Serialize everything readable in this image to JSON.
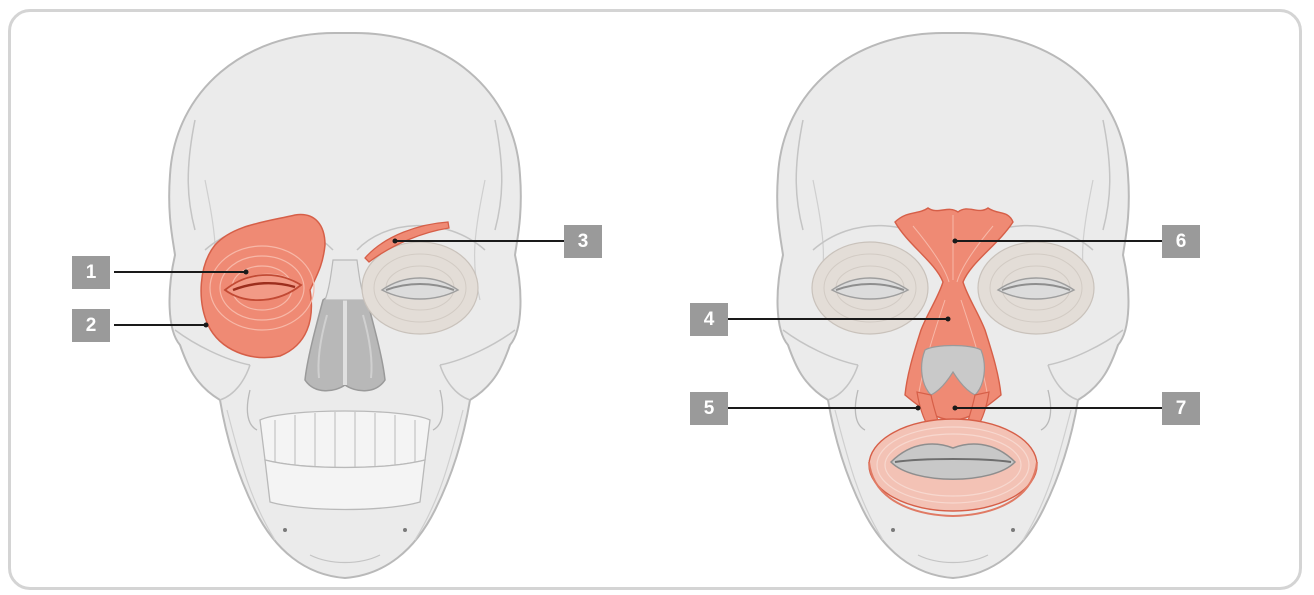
{
  "colors": {
    "bone": "#ebebeb",
    "bone_outline": "#b9b9b9",
    "bone_dark": "#c4c4c4",
    "muscle": "#ef8a74",
    "muscle_dark": "#d65f48",
    "muscle_line": "#f7b8a8",
    "ghost_muscle": "#e3ddd7",
    "label_bg": "#9a9a9a",
    "label_text": "#ffffff",
    "leader": "#1a1a1a",
    "frame": "#d4d4d4"
  },
  "labels": {
    "l1": "1",
    "l2": "2",
    "l3": "3",
    "l4": "4",
    "l5": "5",
    "l6": "6",
    "l7": "7"
  }
}
